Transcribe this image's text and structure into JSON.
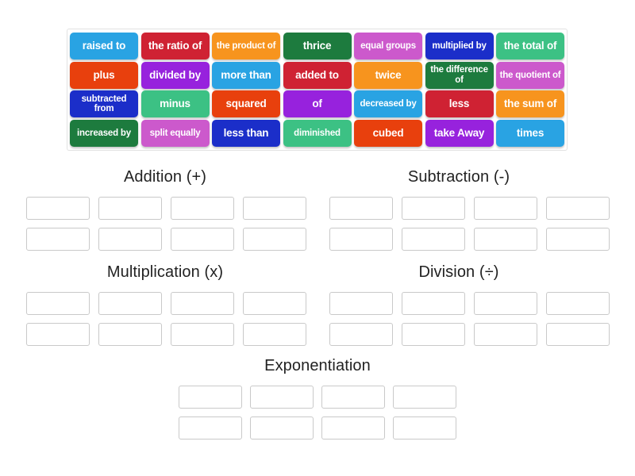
{
  "activity": {
    "type": "group-sort",
    "tile_bank_label": "word-tile-bank"
  },
  "tiles": [
    [
      {
        "label": "raised to",
        "color": "#29a3e3",
        "lines": 1
      },
      {
        "label": "the ratio of",
        "color": "#cf2233",
        "lines": 1
      },
      {
        "label": "the product of",
        "color": "#f7941e",
        "lines": 2
      },
      {
        "label": "thrice",
        "color": "#1d7b3e",
        "lines": 1
      },
      {
        "label": "equal groups",
        "color": "#cc59cc",
        "lines": 1,
        "small": true
      },
      {
        "label": "multiplied by",
        "color": "#1b2ec9",
        "lines": 1,
        "small": true
      },
      {
        "label": "the total of",
        "color": "#3cc184",
        "lines": 1
      }
    ],
    [
      {
        "label": "plus",
        "color": "#e8400d",
        "lines": 1
      },
      {
        "label": "divided by",
        "color": "#9722dd",
        "lines": 1
      },
      {
        "label": "more than",
        "color": "#29a3e3",
        "lines": 1
      },
      {
        "label": "added to",
        "color": "#cf2233",
        "lines": 1
      },
      {
        "label": "twice",
        "color": "#f7941e",
        "lines": 1
      },
      {
        "label": "the difference of",
        "color": "#1d7b3e",
        "lines": 2
      },
      {
        "label": "the quotient of",
        "color": "#cc59cc",
        "lines": 2
      }
    ],
    [
      {
        "label": "subtracted from",
        "color": "#1b2ec9",
        "lines": 2
      },
      {
        "label": "minus",
        "color": "#3cc184",
        "lines": 1
      },
      {
        "label": "squared",
        "color": "#e8400d",
        "lines": 1
      },
      {
        "label": "of",
        "color": "#9722dd",
        "lines": 1
      },
      {
        "label": "decreased by",
        "color": "#29a3e3",
        "lines": 1,
        "small": true
      },
      {
        "label": "less",
        "color": "#cf2233",
        "lines": 1
      },
      {
        "label": "the sum of",
        "color": "#f7941e",
        "lines": 1
      }
    ],
    [
      {
        "label": "increased by",
        "color": "#1d7b3e",
        "lines": 1,
        "small": true
      },
      {
        "label": "split equally",
        "color": "#cc59cc",
        "lines": 1,
        "small": true
      },
      {
        "label": "less than",
        "color": "#1b2ec9",
        "lines": 1
      },
      {
        "label": "diminished",
        "color": "#3cc184",
        "lines": 1,
        "small": true
      },
      {
        "label": "cubed",
        "color": "#e8400d",
        "lines": 1
      },
      {
        "label": "take Away",
        "color": "#9722dd",
        "lines": 1
      },
      {
        "label": "times",
        "color": "#29a3e3",
        "lines": 1
      }
    ]
  ],
  "groups": [
    {
      "id": "addition",
      "title": "Addition (+)",
      "slots": 8
    },
    {
      "id": "subtraction",
      "title": "Subtraction (-)",
      "slots": 8
    },
    {
      "id": "multiplication",
      "title": "Multiplication (x)",
      "slots": 8
    },
    {
      "id": "division",
      "title": "Division (÷)",
      "slots": 8
    },
    {
      "id": "exponentiation",
      "title": "Exponentiation",
      "slots": 8
    }
  ],
  "colors": {
    "background": "#ffffff",
    "zone_border": "#c9c9c9",
    "bank_border": "#e2e2e2",
    "title_text": "#222222",
    "tile_text": "#ffffff"
  }
}
